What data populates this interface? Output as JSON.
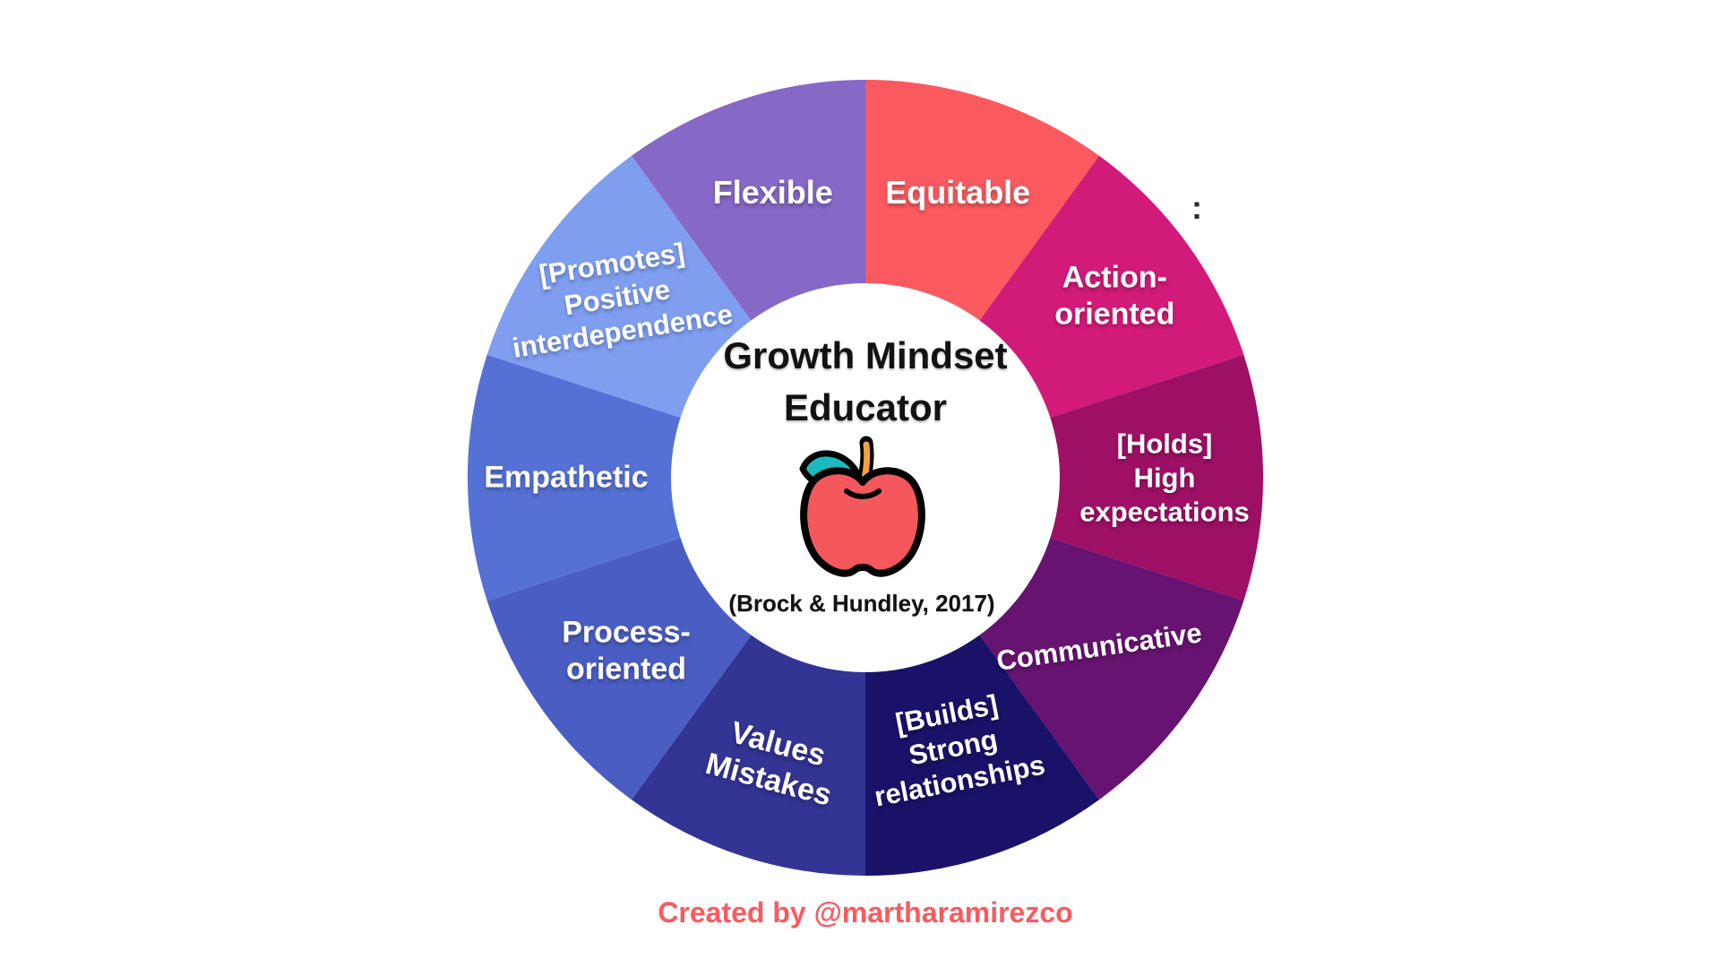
{
  "page": {
    "background": "#ffffff"
  },
  "chart_data": {
    "type": "pie",
    "variant": "donut",
    "title": "Growth Mindset Educator",
    "subtitle": "(Brock & Hundley, 2017)",
    "center_icon": "apple-icon",
    "start_angle_deg": 0,
    "direction": "clockwise",
    "legend": "none",
    "segments": [
      {
        "label": "Equitable",
        "lines": [
          "Equitable"
        ],
        "sweep_deg": 36,
        "share_pct": 10,
        "color": "#FA5A5F"
      },
      {
        "label": "Action-oriented",
        "lines": [
          "Action-",
          "oriented"
        ],
        "sweep_deg": 36,
        "share_pct": 10,
        "color": "#D21A78"
      },
      {
        "label": "[Holds] High expectations",
        "lines": [
          "[Holds]",
          "High",
          "expectations"
        ],
        "sweep_deg": 36,
        "share_pct": 10,
        "color": "#9D1066"
      },
      {
        "label": "Communicative",
        "lines": [
          "Communicative"
        ],
        "sweep_deg": 36,
        "share_pct": 10,
        "color": "#671371"
      },
      {
        "label": "[Builds] Strong relationships",
        "lines": [
          "[Builds]",
          "Strong",
          "relationships"
        ],
        "sweep_deg": 36,
        "share_pct": 10,
        "color": "#1A1268"
      },
      {
        "label": "Values Mistakes",
        "lines": [
          "Values",
          "Mistakes"
        ],
        "sweep_deg": 36,
        "share_pct": 10,
        "color": "#333494"
      },
      {
        "label": "Process-oriented",
        "lines": [
          "Process-",
          "oriented"
        ],
        "sweep_deg": 36,
        "share_pct": 10,
        "color": "#4A5DC2"
      },
      {
        "label": "Empathetic",
        "lines": [
          "Empathetic"
        ],
        "sweep_deg": 36,
        "share_pct": 10,
        "color": "#5571D5"
      },
      {
        "label": "[Promotes] Positive interdependence",
        "lines": [
          "[Promotes]",
          "Positive",
          "interdependence"
        ],
        "sweep_deg": 36,
        "share_pct": 10,
        "color": "#7F9EF0"
      },
      {
        "label": "Flexible",
        "lines": [
          "Flexible"
        ],
        "sweep_deg": 36,
        "share_pct": 10,
        "color": "#8668C6"
      }
    ],
    "icon_colors": {
      "apple_body": "#F4585C",
      "apple_leaf": "#1CB9BE",
      "apple_stem": "#F6A13C",
      "outline": "#000000"
    },
    "text_color_on_segments": "#FFFFFF",
    "title_color": "#121212"
  },
  "footer": {
    "credit": "Created by @martharamirezco",
    "color": "#FA5A5F"
  },
  "artifact": {
    "stray_mark": ":"
  }
}
